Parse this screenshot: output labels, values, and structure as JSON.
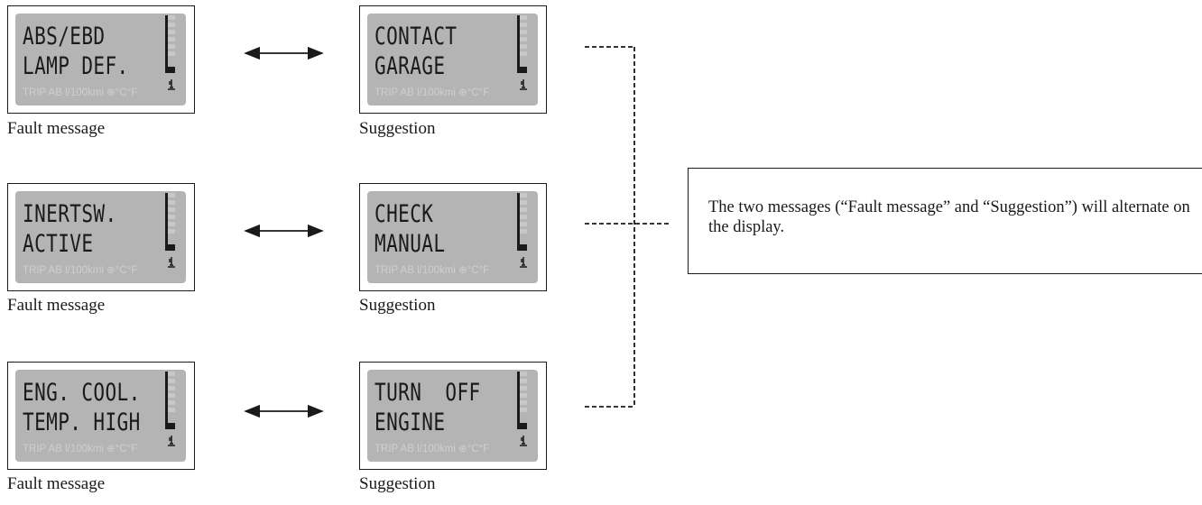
{
  "rows": [
    {
      "fault": {
        "line1": "ABS/EBD",
        "line2": "LAMP DEF.",
        "ghost1": "        ",
        "ghost2": "         "
      },
      "suggestion": {
        "line1": "CONTACT",
        "line2": "GARAGE"
      }
    },
    {
      "fault": {
        "line1": "INERTSW.",
        "line2": "ACTIVE"
      },
      "suggestion": {
        "line1": "CHECK",
        "line2": "MANUAL"
      }
    },
    {
      "fault": {
        "line1": "ENG. COOL.",
        "line2": "TEMP. HIGH"
      },
      "suggestion": {
        "line1": "TURN  OFF",
        "line2": "ENGINE"
      }
    }
  ],
  "lcd_status_text": "TRIP AB l/100kmi ⊕°C°F",
  "captions": {
    "fault": "Fault message",
    "suggestion": "Suggestion"
  },
  "note": "The two messages (“Fault message” and “Suggestion”) will alternate on the display."
}
